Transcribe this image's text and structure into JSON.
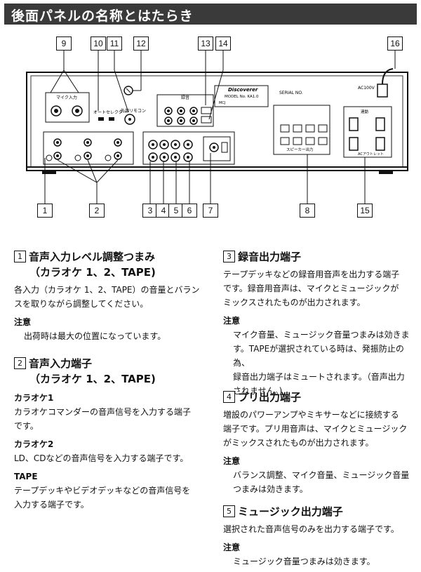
{
  "header": {
    "title": "後面パネルの名称とはたらき"
  },
  "diagram": {
    "callouts_top": [
      "9",
      "10",
      "11",
      "12",
      "13",
      "14",
      "16"
    ],
    "callouts_bottom": [
      "1",
      "2",
      "3",
      "4",
      "5",
      "6",
      "7",
      "8",
      "15"
    ],
    "panel_labels": {
      "brand": "Discoverer",
      "model": "MODEL No. KA1.0",
      "serial": "SERIAL NO.",
      "mic_in": "マイク入力",
      "auto_selector": "オートセレクター",
      "remote": "外部リモコン",
      "rec_out": "録音",
      "ac_label": "AC100V",
      "speaker_out": "スピーカー出力",
      "outlet": "ACアウトレット",
      "linked": "連動"
    }
  },
  "sections": {
    "s1": {
      "num": "1",
      "title": "音声入力レベル調整つまみ",
      "title2": "（カラオケ 1、2、TAPE)",
      "body": [
        "各入力（カラオケ 1、2、TAPE）の音量とバラン",
        "スを取りながら調整してください。"
      ],
      "note_label": "注意",
      "note": "出荷時は最大の位置になっています。"
    },
    "s2": {
      "num": "2",
      "title": "音声入力端子",
      "title2": "（カラオケ 1、2、TAPE)",
      "items": [
        {
          "label": "カラオケ1",
          "text": [
            "カラオケコマンダーの音声信号を入力する端子",
            "です。"
          ]
        },
        {
          "label": "カラオケ2",
          "text": [
            "LD、CDなどの音声信号を入力する端子です。"
          ]
        },
        {
          "label": "TAPE",
          "text": [
            "テープデッキやビデオデッキなどの音声信号を",
            "入力する端子です。"
          ]
        }
      ]
    },
    "s3": {
      "num": "3",
      "title": "録音出力端子",
      "body": [
        "テープデッキなどの録音用音声を出力する端子",
        "です。録音用音声は、マイクとミュージックが",
        "ミックスされたものが出力されます。"
      ],
      "note_label": "注意",
      "note": [
        "マイク音量、ミュージック音量つまみは効きま",
        "す。TAPEが選択されている時は、発振防止の為、",
        "録音出力端子はミュートされます。（音声出力",
        "されません。)"
      ]
    },
    "s4": {
      "num": "4",
      "title": "プリ出力端子",
      "body": [
        "増設のパワーアンプやミキサーなどに接続する",
        "端子です。プリ用音声は、マイクとミュージック",
        "がミックスされたものが出力されます。"
      ],
      "note_label": "注意",
      "note": [
        "バランス調整、マイク音量、ミュージック音量",
        "つまみは効きます。"
      ]
    },
    "s5": {
      "num": "5",
      "title": "ミュージック出力端子",
      "body": [
        "選択された音声信号のみを出力する端子です。"
      ],
      "note_label": "注意",
      "note": [
        "ミュージック音量つまみは効きます。"
      ]
    }
  }
}
